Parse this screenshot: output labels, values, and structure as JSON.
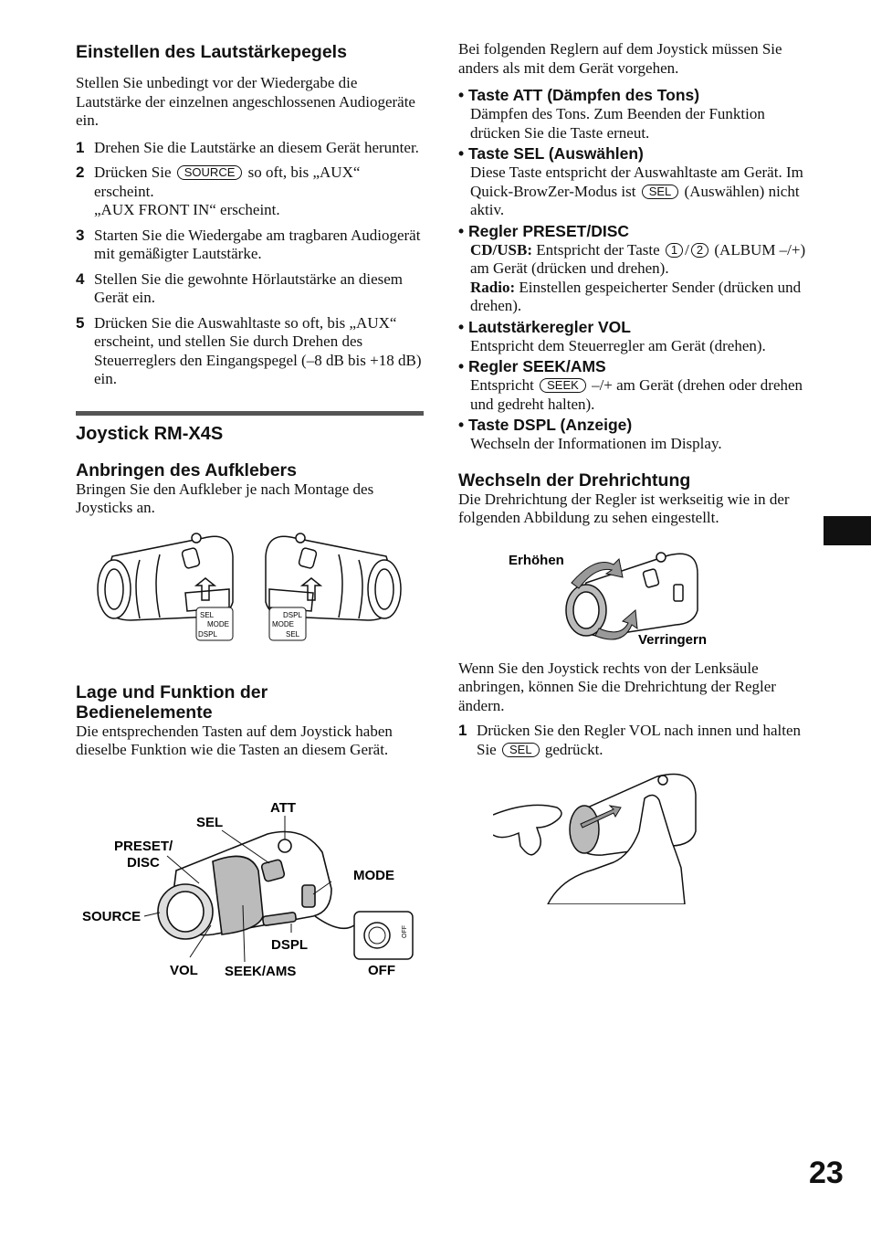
{
  "left": {
    "section1": {
      "title": "Einstellen des Lautstärkepegels",
      "intro": "Stellen Sie unbedingt vor der Wiedergabe die Lautstärke der einzelnen angeschlossenen Audiogeräte ein.",
      "steps": [
        {
          "num": "1",
          "text": "Drehen Sie die Lautstärke an diesem Gerät herunter."
        },
        {
          "num": "2",
          "pre": "Drücken Sie",
          "key": "SOURCE",
          "post": "so oft, bis „AUX“ erscheint.",
          "line2": "„AUX FRONT IN“ erscheint."
        },
        {
          "num": "3",
          "text": "Starten Sie die Wiedergabe am tragbaren Audiogerät mit gemäßigter Lautstärke."
        },
        {
          "num": "4",
          "text": "Stellen Sie die gewohnte Hörlautstärke an diesem Gerät ein."
        },
        {
          "num": "5",
          "text": "Drücken Sie die Auswahltaste so oft, bis „AUX“ erscheint, und stellen Sie durch Drehen des Steuerreglers den Eingangspegel (–8 dB bis +18 dB) ein."
        }
      ]
    },
    "section2": {
      "title": "Joystick RM-X4S",
      "sub1_title": "Anbringen des Aufklebers",
      "sub1_text": "Bringen Sie den Aufkleber je nach Montage des Joysticks an.",
      "sticker_left": [
        "SEL",
        "MODE",
        "DSPL"
      ],
      "sticker_right": [
        "DSPL",
        "MODE",
        "SEL"
      ],
      "sub2_title_line1": "Lage und Funktion der",
      "sub2_title_line2": "Bedienelemente",
      "sub2_text": "Die entsprechenden Tasten auf dem Joystick haben dieselbe Funktion wie die Tasten an diesem Gerät.",
      "diagram_labels": {
        "att": "ATT",
        "sel": "SEL",
        "preset1": "PRESET/",
        "preset2": "DISC",
        "mode": "MODE",
        "source": "SOURCE",
        "dspl": "DSPL",
        "off_small": "OFF",
        "vol": "VOL",
        "seek": "SEEK/AMS",
        "off": "OFF"
      }
    }
  },
  "right": {
    "intro": "Bei folgenden Reglern auf dem Joystick müssen Sie anders als mit dem Gerät vorgehen.",
    "bullets": {
      "att_title": "• Taste ATT (Dämpfen des Tons)",
      "att_text": "Dämpfen des Tons. Zum Beenden der Funktion drücken Sie die Taste erneut.",
      "sel_title": "• Taste SEL (Auswählen)",
      "sel_pre": "Diese Taste entspricht der Auswahltaste am Gerät. Im Quick-BrowZer-Modus ist",
      "sel_key": "SEL",
      "sel_post": "(Auswählen) nicht aktiv.",
      "preset_title": "• Regler PRESET/DISC",
      "preset_cd_label": "CD/USB:",
      "preset_cd_pre": "Entspricht der Taste",
      "key_1": "1",
      "slash": "/",
      "key_2": "2",
      "preset_cd_post": "(ALBUM –/+) am Gerät (drücken und drehen).",
      "preset_radio_label": "Radio:",
      "preset_radio_text": "Einstellen gespeicherter Sender (drücken und drehen).",
      "vol_title": "• Lautstärkeregler VOL",
      "vol_text": "Entspricht dem Steuerregler am Gerät (drehen).",
      "seek_title": "• Regler SEEK/AMS",
      "seek_pre": "Entspricht",
      "seek_key": "SEEK",
      "seek_post": "–/+ am Gerät (drehen oder drehen und gedreht halten).",
      "dspl_title": "• Taste DSPL (Anzeige)",
      "dspl_text": "Wechseln der Informationen im Display."
    },
    "section": {
      "title": "Wechseln der Drehrichtung",
      "text": "Die Drehrichtung der Regler ist werkseitig wie in der folgenden Abbildung zu sehen eingestellt.",
      "label_up": "Erhöhen",
      "label_down": "Verringern",
      "text2": "Wenn Sie den Joystick rechts von der Lenksäule anbringen, können Sie die Drehrichtung der Regler ändern.",
      "step_num": "1",
      "step_pre": "Drücken Sie den Regler VOL nach innen und halten Sie",
      "step_key": "SEL",
      "step_post": "gedrückt."
    }
  },
  "page_number": "23"
}
